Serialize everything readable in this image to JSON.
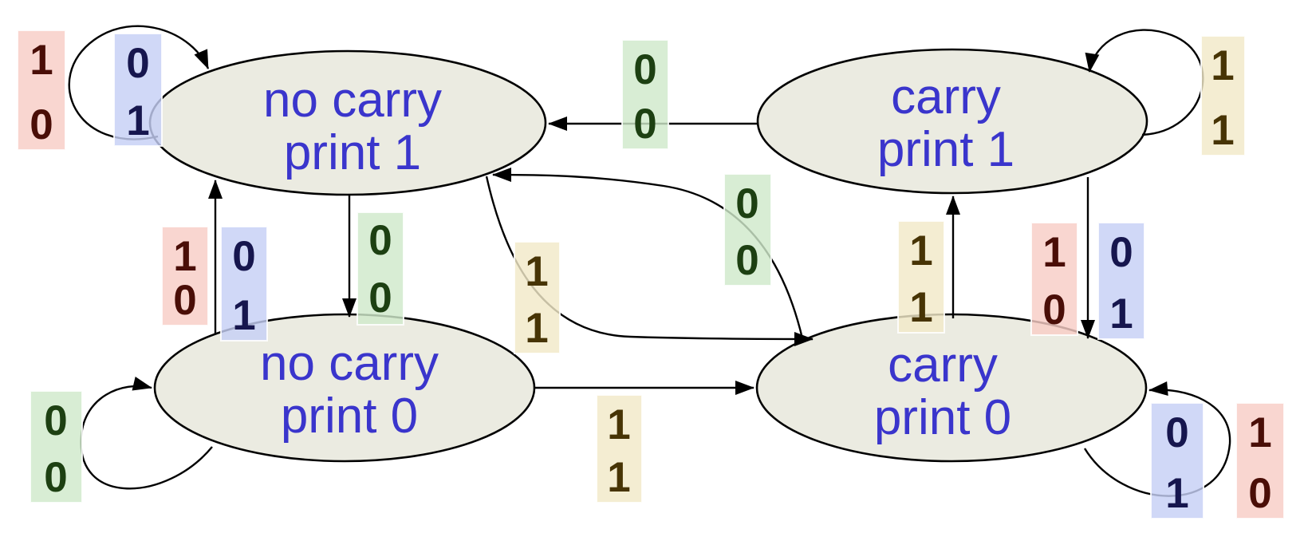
{
  "diagram": {
    "type": "finite-state-machine",
    "colors": {
      "background": "#ffffff",
      "state_fill": "#ebebe1",
      "state_stroke": "#000000",
      "state_text": "#3a35cc",
      "arrow": "#000000",
      "label_pink_bg": "#f8cdc6",
      "label_pink_text": "#4a0e07",
      "label_blue_bg": "#c6d0f5",
      "label_blue_text": "#16164e",
      "label_green_bg": "#cfe9ca",
      "label_green_text": "#1d4012",
      "label_tan_bg": "#f2e9c8",
      "label_tan_text": "#473405"
    },
    "states": [
      {
        "id": "no-carry-print-1",
        "line1": "no carry",
        "line2": "print 1"
      },
      {
        "id": "carry-print-1",
        "line1": "carry",
        "line2": "print 1"
      },
      {
        "id": "no-carry-print-0",
        "line1": "no carry",
        "line2": "print 0"
      },
      {
        "id": "carry-print-0",
        "line1": "carry",
        "line2": "print 0"
      }
    ],
    "input_labels": [
      {
        "color": "pink",
        "bits": [
          "1",
          "0"
        ]
      },
      {
        "color": "blue",
        "bits": [
          "0",
          "1"
        ]
      },
      {
        "color": "green",
        "bits": [
          "0",
          "0"
        ]
      },
      {
        "color": "tan",
        "bits": [
          "1",
          "1"
        ]
      },
      {
        "color": "pink",
        "bits": [
          "1",
          "0"
        ]
      },
      {
        "color": "blue",
        "bits": [
          "0",
          "1"
        ]
      },
      {
        "color": "green",
        "bits": [
          "0",
          "0"
        ]
      },
      {
        "color": "tan",
        "bits": [
          "1",
          "1"
        ]
      },
      {
        "color": "green",
        "bits": [
          "0",
          "0"
        ]
      },
      {
        "color": "tan",
        "bits": [
          "1",
          "1"
        ]
      },
      {
        "color": "pink",
        "bits": [
          "1",
          "0"
        ]
      },
      {
        "color": "blue",
        "bits": [
          "0",
          "1"
        ]
      },
      {
        "color": "green",
        "bits": [
          "0",
          "0"
        ]
      },
      {
        "color": "tan",
        "bits": [
          "1",
          "1"
        ]
      },
      {
        "color": "blue",
        "bits": [
          "0",
          "1"
        ]
      },
      {
        "color": "pink",
        "bits": [
          "1",
          "0"
        ]
      }
    ],
    "transitions": [
      {
        "from": "no-carry-print-1",
        "to": "no-carry-print-1",
        "inputs": [
          "1 0",
          "0 1"
        ]
      },
      {
        "from": "no-carry-print-1",
        "to": "no-carry-print-0",
        "inputs": [
          "0 0"
        ]
      },
      {
        "from": "no-carry-print-1",
        "to": "carry-print-0",
        "inputs": [
          "1 1"
        ]
      },
      {
        "from": "no-carry-print-0",
        "to": "no-carry-print-1",
        "inputs": [
          "1 0",
          "0 1"
        ]
      },
      {
        "from": "no-carry-print-0",
        "to": "no-carry-print-0",
        "inputs": [
          "0 0"
        ]
      },
      {
        "from": "no-carry-print-0",
        "to": "carry-print-0",
        "inputs": [
          "1 1"
        ]
      },
      {
        "from": "carry-print-1",
        "to": "no-carry-print-1",
        "inputs": [
          "0 0"
        ]
      },
      {
        "from": "carry-print-1",
        "to": "carry-print-1",
        "inputs": [
          "1 1"
        ]
      },
      {
        "from": "carry-print-1",
        "to": "carry-print-0",
        "inputs": [
          "1 0",
          "0 1"
        ]
      },
      {
        "from": "carry-print-0",
        "to": "no-carry-print-1",
        "inputs": [
          "0 0"
        ]
      },
      {
        "from": "carry-print-0",
        "to": "carry-print-1",
        "inputs": [
          "1 1"
        ]
      },
      {
        "from": "carry-print-0",
        "to": "carry-print-0",
        "inputs": [
          "0 1",
          "1 0"
        ]
      }
    ]
  }
}
